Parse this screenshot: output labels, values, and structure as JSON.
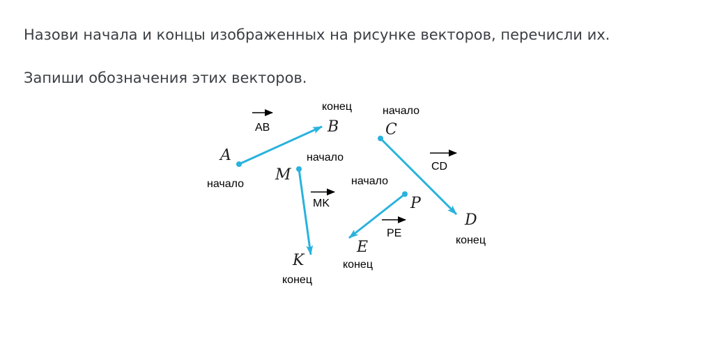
{
  "task": {
    "line1": "Назови начала и концы изображенных на рисунке векторов, перечисли их.",
    "line2": "Запиши обозначения этих векторов."
  },
  "colors": {
    "vector": "#29b2dd",
    "text": "#3b3f44"
  },
  "points": {
    "A": "A",
    "B": "B",
    "C": "C",
    "D": "D",
    "M": "M",
    "K": "K",
    "P": "P",
    "E": "E"
  },
  "annotations": {
    "start": "начало",
    "end": "конец"
  },
  "vector_names": {
    "AB": "AB",
    "CD": "CD",
    "MK": "MK",
    "PE": "PE"
  }
}
